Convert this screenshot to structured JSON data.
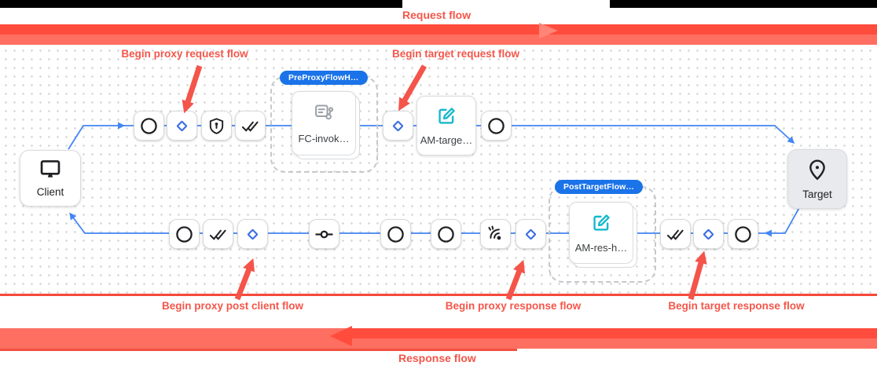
{
  "header": {
    "request_flow_label": "Request flow"
  },
  "footer": {
    "response_flow_label": "Response flow"
  },
  "annotations": {
    "begin_proxy_request": "Begin proxy request flow",
    "begin_target_request": "Begin target request flow",
    "begin_proxy_post_client": "Begin proxy post client flow",
    "begin_proxy_response": "Begin proxy response flow",
    "begin_target_response": "Begin target response flow"
  },
  "badges": {
    "pre_proxy_flow_hook": "PreProxyFlowH…",
    "post_target_flow_hook": "PostTargetFlow…"
  },
  "nodes": {
    "client": {
      "label": "Client",
      "icon": "monitor-icon"
    },
    "target": {
      "label": "Target",
      "icon": "location-pin-icon"
    },
    "fc_invoke": {
      "label": "FC-invok…",
      "icon": "flow-callout-icon"
    },
    "am_target": {
      "label": "AM-targe…",
      "icon": "edit-icon"
    },
    "am_response": {
      "label": "AM-res-h…",
      "icon": "edit-icon"
    }
  },
  "request_row_icons": [
    "circle-icon",
    "diamond-icon",
    "shield-icon",
    "double-check-icon",
    "diamond-icon",
    "circle-icon"
  ],
  "response_row_icons": [
    "circle-icon",
    "double-check-icon",
    "diamond-icon",
    "commit-icon",
    "circle-icon",
    "circle-icon",
    "signal-icon",
    "diamond-icon",
    "double-check-icon",
    "diamond-icon",
    "circle-icon"
  ],
  "colors": {
    "annotation_red": "#f4564a",
    "bar_red_dark": "#ff4c3d",
    "bar_red_light": "#ff6f61",
    "connector_blue": "#4285f4",
    "diamond_blue": "#3b6de3",
    "badge_blue": "#1a73e8",
    "edit_teal": "#16b8cc",
    "policy_gray": "#9aa0a6",
    "node_border": "#dadce0",
    "target_fill": "#e8eaed"
  }
}
